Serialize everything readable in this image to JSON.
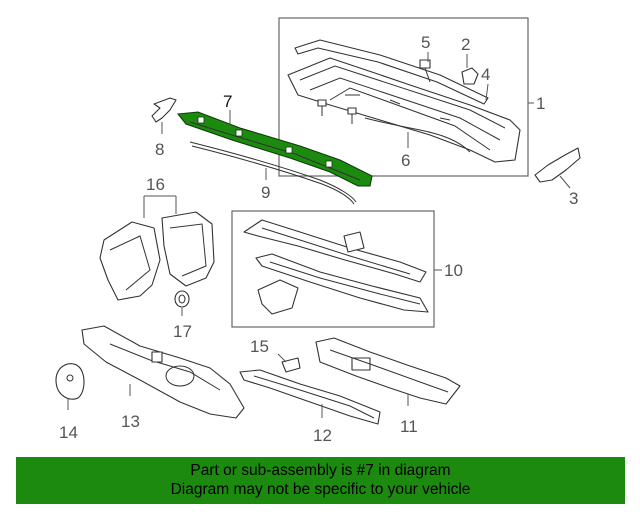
{
  "diagram": {
    "highlight_color": "#1c8a0f",
    "callouts": {
      "c1": "1",
      "c2": "2",
      "c3": "3",
      "c4": "4",
      "c5": "5",
      "c6": "6",
      "c7": "7",
      "c8": "8",
      "c9": "9",
      "c10": "10",
      "c11": "11",
      "c12": "12",
      "c13": "13",
      "c14": "14",
      "c15": "15",
      "c16": "16",
      "c17": "17"
    }
  },
  "banner": {
    "line1": "Part or sub-assembly is #7 in diagram",
    "line2": "Diagram may not be specific to your vehicle",
    "background": "#1c8a0f"
  }
}
